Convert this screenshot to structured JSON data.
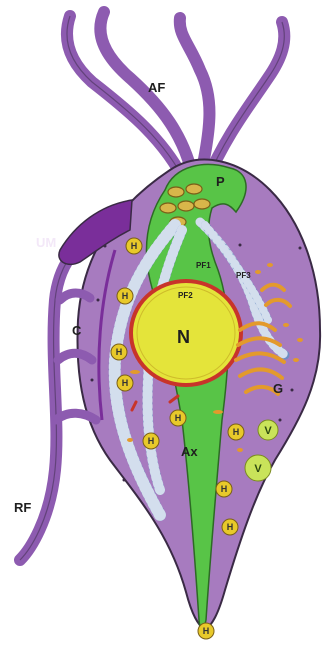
{
  "colors": {
    "cell_body": "#a77bbf",
    "cell_outline": "#3a2a45",
    "flagella": "#8d5bb0",
    "undulating_membrane": "#7a2e9a",
    "pelta_axostyle": "#58c447",
    "nucleus": "#e4e43a",
    "nuclear_envelope": "#c8342a",
    "hydrogenosome": "#e8c92a",
    "golgi": "#e39a2c",
    "parabasal_filament": "#6d8fc4",
    "vacuole": "#c9e35a"
  },
  "labels": {
    "anterior_flagella": "AF",
    "pelta": "P",
    "undulating_membrane": "UM",
    "costa": "C",
    "nucleus": "N",
    "parabasal_filament_1": "PF1",
    "parabasal_filament_2": "PF2",
    "parabasal_filament_3": "PF3",
    "golgi": "G",
    "axostyle": "Ax",
    "recurrent_flagellum": "RF",
    "hydrogenosome": "H",
    "vacuole": "V"
  }
}
